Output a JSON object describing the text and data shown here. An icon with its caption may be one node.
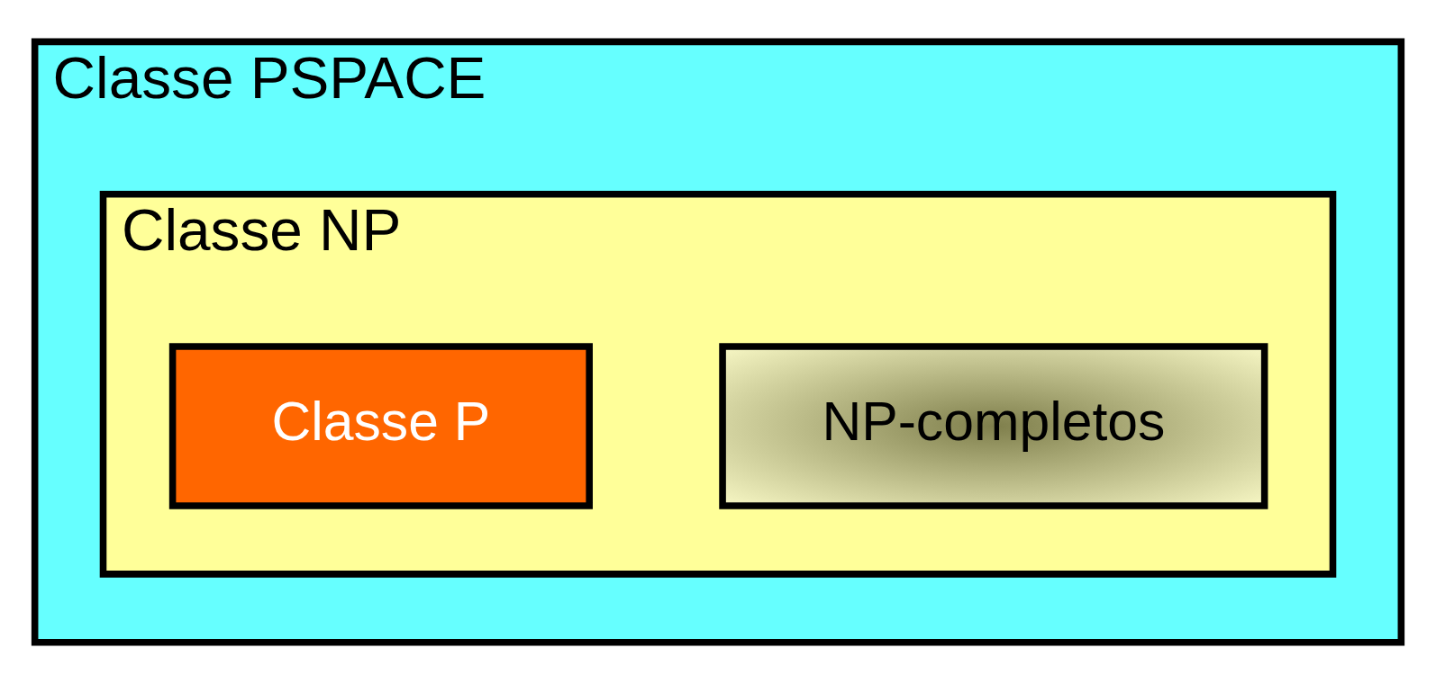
{
  "diagram": {
    "nodes": [
      {
        "text": [
          "Classe PSPACE"
        ]
      },
      {
        "text": [
          "Classe NP"
        ],
        "in": 0
      },
      {
        "text": [
          "NP-completos"
        ],
        "in": 1
      },
      {
        "text": [
          "Classe P"
        ],
        "in": 1
      }
    ],
    "edges": []
  }
}
